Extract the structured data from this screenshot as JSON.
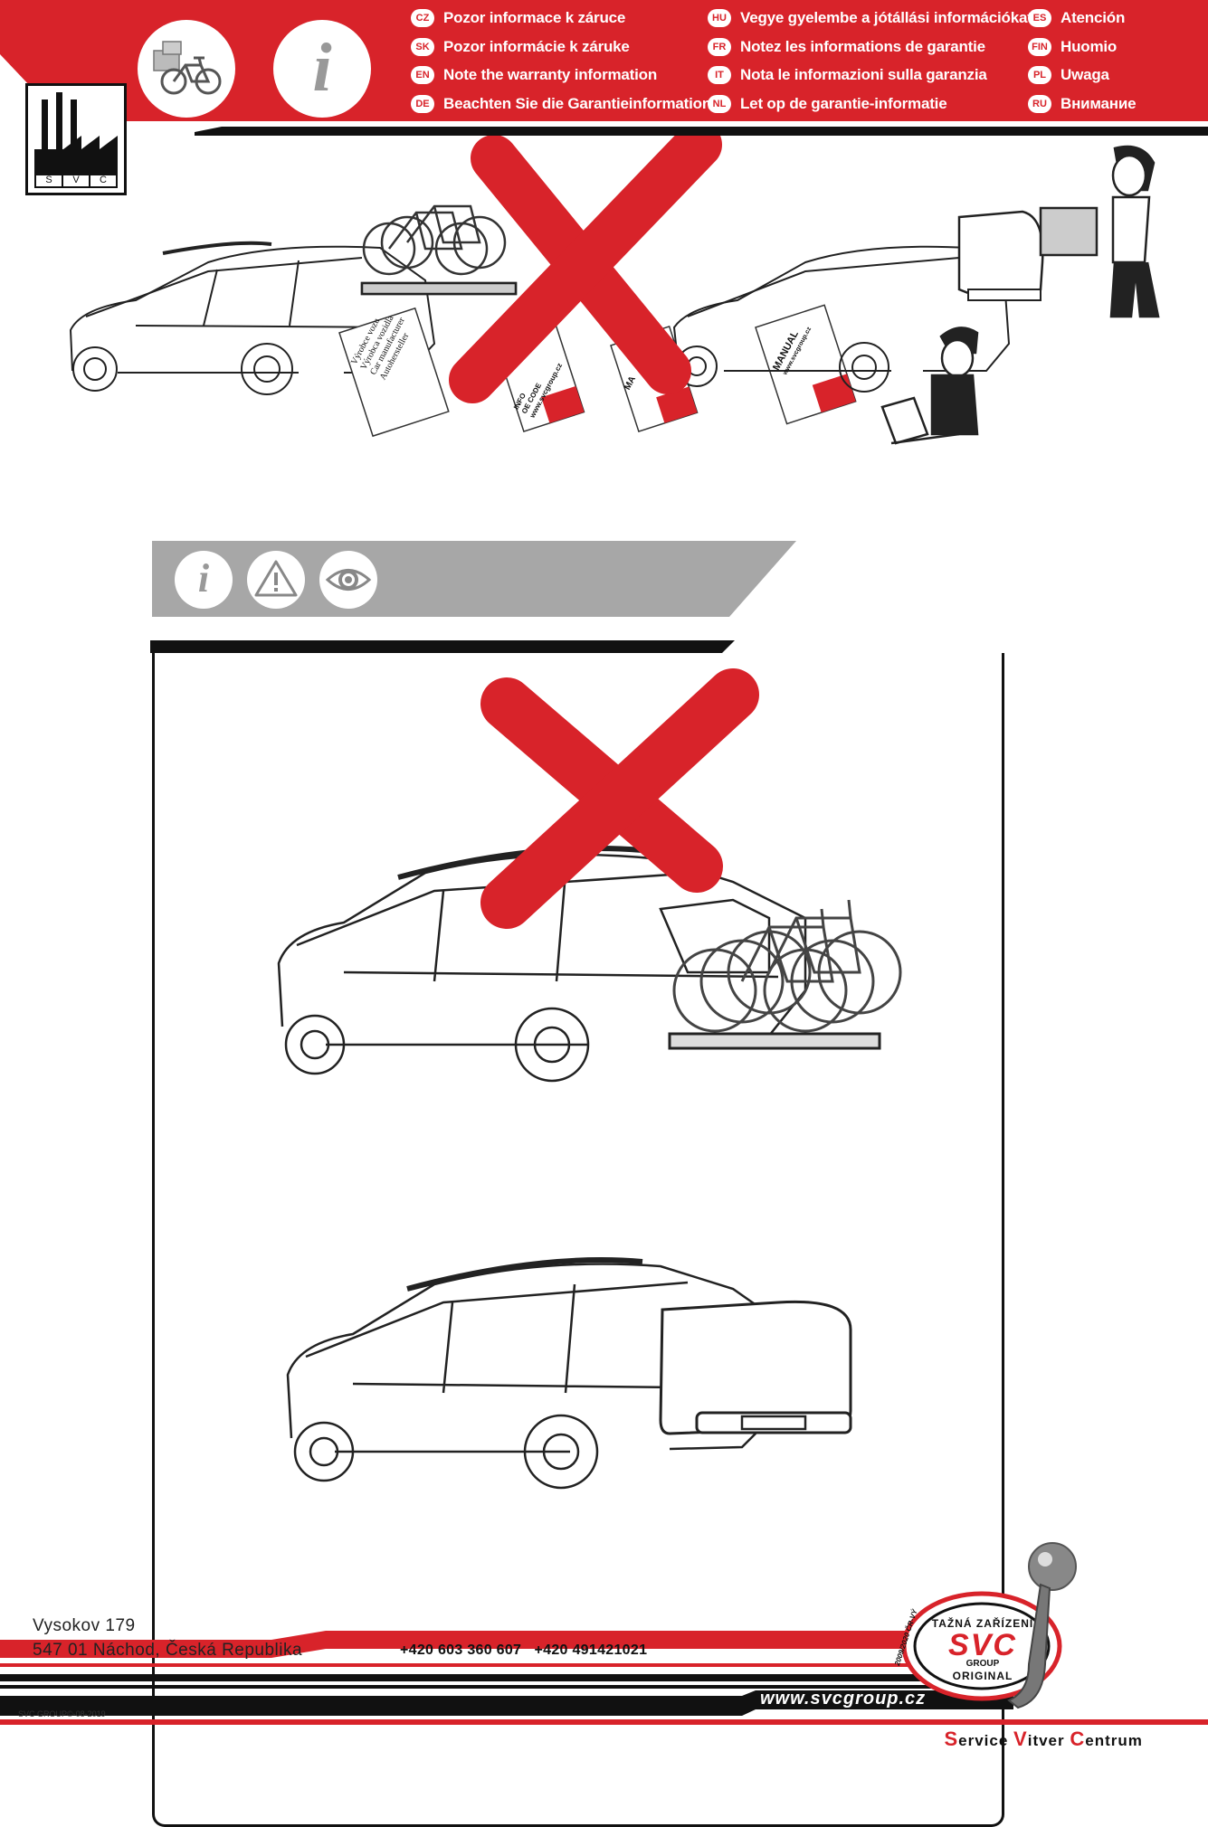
{
  "header": {
    "languages": [
      {
        "code": "CZ",
        "text": "Pozor informace k záruce"
      },
      {
        "code": "SK",
        "text": "Pozor informácie k záruke"
      },
      {
        "code": "EN",
        "text": "Note the warranty information"
      },
      {
        "code": "DE",
        "text": "Beachten Sie die Garantieinformationen"
      },
      {
        "code": "HU",
        "text": "Vegye gyelembe a jótállási információkat"
      },
      {
        "code": "FR",
        "text": "Notez les informations de garantie"
      },
      {
        "code": "IT",
        "text": "Nota le informazioni sulla garanzia"
      },
      {
        "code": "NL",
        "text": "Let op de garantie-informatie"
      },
      {
        "code": "ES",
        "text": "Atención"
      },
      {
        "code": "FIN",
        "text": "Huomio"
      },
      {
        "code": "PL",
        "text": "Uwaga"
      },
      {
        "code": "RU",
        "text": "Внимание"
      }
    ],
    "factory_logo_letters": [
      "S",
      "V",
      "C"
    ],
    "info_glyph": "i"
  },
  "manuals": {
    "booklet1": [
      "Výrobce vozu",
      "Výrobca vozidla",
      "Car manufacturer",
      "Autohersteller"
    ],
    "booklet2": [
      "INFO",
      "OE CODE",
      "www.svcgroup.cz"
    ],
    "booklet3": [
      "MA"
    ],
    "booklet4": [
      "MANUAL",
      "www.svcgroup.cz"
    ]
  },
  "section_icons": [
    "info-icon",
    "warning-icon",
    "eye-icon"
  ],
  "footer": {
    "address_line1": "Vysokov 179",
    "address_line2": "547 01 Náchod,  Česká Republika",
    "phones": "+420 603 360 607   +420 491421021",
    "website": "www.svcgroup.cz",
    "tagline": [
      {
        "cap": "S",
        "rest": "ervice "
      },
      {
        "cap": "V",
        "rest": "itver "
      },
      {
        "cap": "C",
        "rest": "entrum"
      }
    ],
    "copyright": "SVC GROUP©-08-2019",
    "logo": {
      "top": "TAŽNÁ ZAŘÍZENÍ",
      "mid": "SVC",
      "group": "GROUP",
      "bottom": "ORIGINAL",
      "side": "2009/2020 ČR-VÝ"
    }
  },
  "colors": {
    "red": "#d8232a",
    "gray": "#a7a7a7",
    "black": "#111111"
  }
}
